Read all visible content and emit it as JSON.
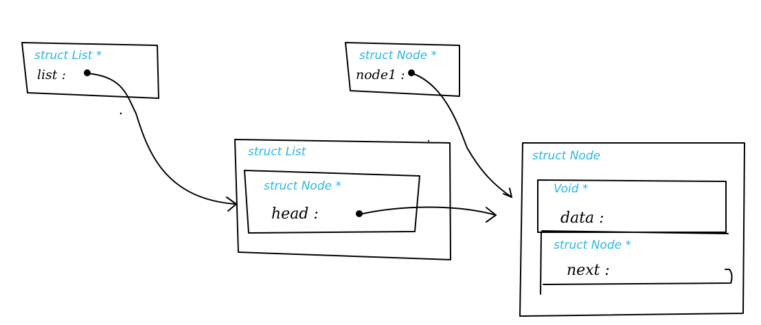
{
  "colors": {
    "type_label": "#29b6e8",
    "ink": "#000000",
    "background": "#ffffff"
  },
  "list_pointer_box": {
    "type_label": "struct List *",
    "field_label": "list :"
  },
  "node_pointer_box": {
    "type_label": "struct Node *",
    "field_label": "node1 :"
  },
  "list_struct": {
    "type_label": "struct List",
    "head_field": {
      "type_label": "struct Node *",
      "field_label": "head :"
    }
  },
  "node_struct": {
    "type_label": "struct Node",
    "data_field": {
      "type_label": "Void *",
      "field_label": "data :"
    },
    "next_field": {
      "type_label": "struct Node *",
      "field_label": "next :"
    }
  }
}
